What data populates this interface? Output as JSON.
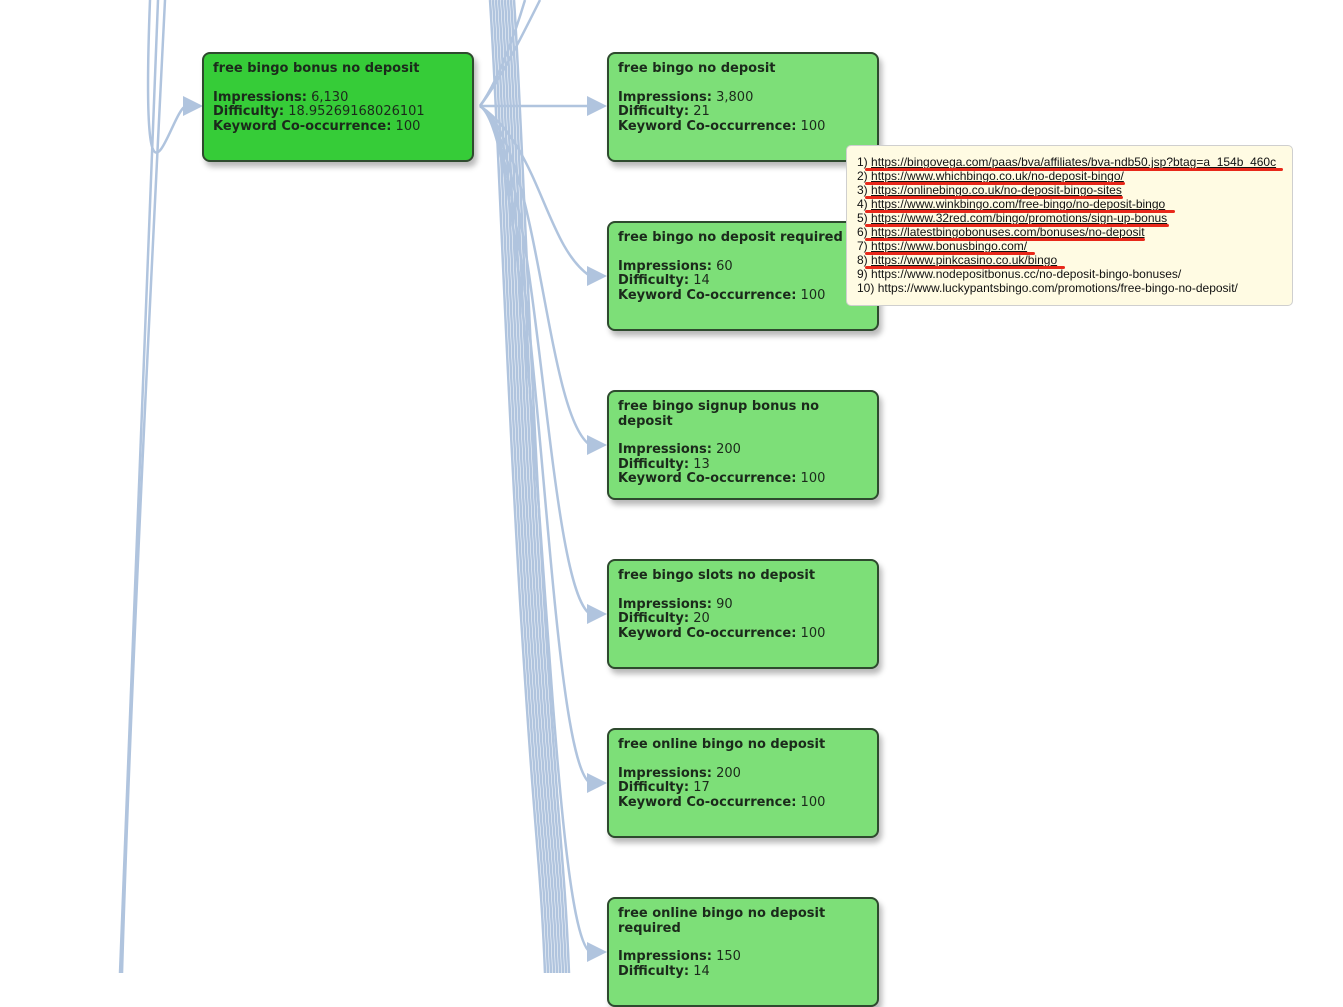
{
  "root_node": {
    "title": "free bingo bonus no deposit",
    "impressions_label": "Impressions:",
    "impressions": "6,130",
    "difficulty_label": "Difficulty:",
    "difficulty": "18.95269168026101",
    "cooccurrence_label": "Keyword Co-occurrence:",
    "cooccurrence": "100",
    "color": "#36cc38"
  },
  "child_nodes": [
    {
      "title": "free bingo no deposit",
      "impressions_label": "Impressions:",
      "impressions": "3,800",
      "difficulty_label": "Difficulty:",
      "difficulty": "21",
      "cooccurrence_label": "Keyword Co-occurrence:",
      "cooccurrence": "100"
    },
    {
      "title": "free bingo no deposit required",
      "impressions_label": "Impressions:",
      "impressions": "60",
      "difficulty_label": "Difficulty:",
      "difficulty": "14",
      "cooccurrence_label": "Keyword Co-occurrence:",
      "cooccurrence": "100"
    },
    {
      "title": "free bingo signup bonus no deposit",
      "impressions_label": "Impressions:",
      "impressions": "200",
      "difficulty_label": "Difficulty:",
      "difficulty": "13",
      "cooccurrence_label": "Keyword Co-occurrence:",
      "cooccurrence": "100"
    },
    {
      "title": "free bingo slots no deposit",
      "impressions_label": "Impressions:",
      "impressions": "90",
      "difficulty_label": "Difficulty:",
      "difficulty": "20",
      "cooccurrence_label": "Keyword Co-occurrence:",
      "cooccurrence": "100"
    },
    {
      "title": "free online bingo no deposit",
      "impressions_label": "Impressions:",
      "impressions": "200",
      "difficulty_label": "Difficulty:",
      "difficulty": "17",
      "cooccurrence_label": "Keyword Co-occurrence:",
      "cooccurrence": "100"
    },
    {
      "title": "free online bingo no deposit required",
      "impressions_label": "Impressions:",
      "impressions": "150",
      "difficulty_label": "Difficulty:",
      "difficulty": "14",
      "cooccurrence_label": "",
      "cooccurrence": ""
    }
  ],
  "tooltip": {
    "urls": [
      {
        "index": "1)",
        "url": "https://bingovega.com/paas/bva/affiliates/bva-ndb50.jsp?btag=a_154b_460c",
        "marked": true
      },
      {
        "index": "2)",
        "url": "https://www.whichbingo.co.uk/no-deposit-bingo/",
        "marked": true
      },
      {
        "index": "3)",
        "url": "https://onlinebingo.co.uk/no-deposit-bingo-sites",
        "marked": true
      },
      {
        "index": "4)",
        "url": "https://www.winkbingo.com/free-bingo/no-deposit-bingo",
        "marked": true
      },
      {
        "index": "5)",
        "url": "https://www.32red.com/bingo/promotions/sign-up-bonus",
        "marked": true
      },
      {
        "index": "6)",
        "url": "https://latestbingobonuses.com/bonuses/no-deposit",
        "marked": true
      },
      {
        "index": "7)",
        "url": "https://www.bonusbingo.com/",
        "marked": true
      },
      {
        "index": "8)",
        "url": "https://www.pinkcasino.co.uk/bingo",
        "marked": true
      },
      {
        "index": "9)",
        "url": "https://www.nodepositbonus.cc/no-deposit-bingo-bonuses/",
        "marked": false
      },
      {
        "index": "10)",
        "url": "https://www.luckypantsbingo.com/promotions/free-bingo-no-deposit/",
        "marked": false
      }
    ]
  },
  "colors": {
    "root_fill": "#36cc38",
    "child_fill": "#7ddf78",
    "edge": "#b0c4de",
    "tooltip_bg": "#fffbe3",
    "highlight": "#e8281a"
  }
}
